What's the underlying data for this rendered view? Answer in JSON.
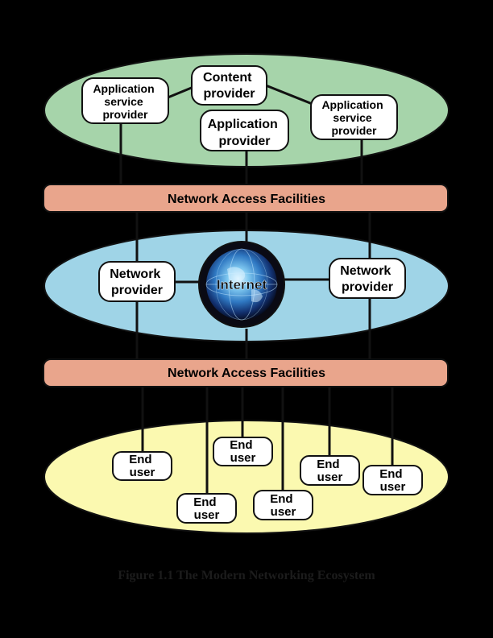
{
  "colors": {
    "background": "#000000",
    "provider_zone": "#a6d4aa",
    "network_zone": "#9fd4e7",
    "user_zone": "#fbf9b0",
    "access_band": "#e9a58c",
    "node_fill": "#ffffff",
    "line": "#111111",
    "caption": "#1c1c1c"
  },
  "access_facilities": [
    {
      "label": "Network Access Facilities"
    },
    {
      "label": "Network Access Facilities"
    }
  ],
  "service_providers": [
    {
      "id": "asp-left",
      "lines": [
        "Application",
        "service",
        "provider"
      ]
    },
    {
      "id": "content",
      "lines": [
        "Content",
        "provider"
      ]
    },
    {
      "id": "app",
      "lines": [
        "Application",
        "provider"
      ]
    },
    {
      "id": "asp-right",
      "lines": [
        "Application",
        "service",
        "provider"
      ]
    }
  ],
  "network": {
    "internet": {
      "label": "Internet",
      "icon": "globe-icon"
    },
    "providers": [
      {
        "id": "np-left",
        "lines": [
          "Network",
          "provider"
        ]
      },
      {
        "id": "np-right",
        "lines": [
          "Network",
          "provider"
        ]
      }
    ]
  },
  "end_users": [
    {
      "id": "eu-1",
      "lines": [
        "End",
        "user"
      ]
    },
    {
      "id": "eu-2",
      "lines": [
        "End",
        "user"
      ]
    },
    {
      "id": "eu-3",
      "lines": [
        "End",
        "user"
      ]
    },
    {
      "id": "eu-4",
      "lines": [
        "End",
        "user"
      ]
    },
    {
      "id": "eu-5",
      "lines": [
        "End",
        "user"
      ]
    },
    {
      "id": "eu-6",
      "lines": [
        "End",
        "user"
      ]
    }
  ],
  "caption": "Figure 1.1  The Modern Networking Ecosystem"
}
